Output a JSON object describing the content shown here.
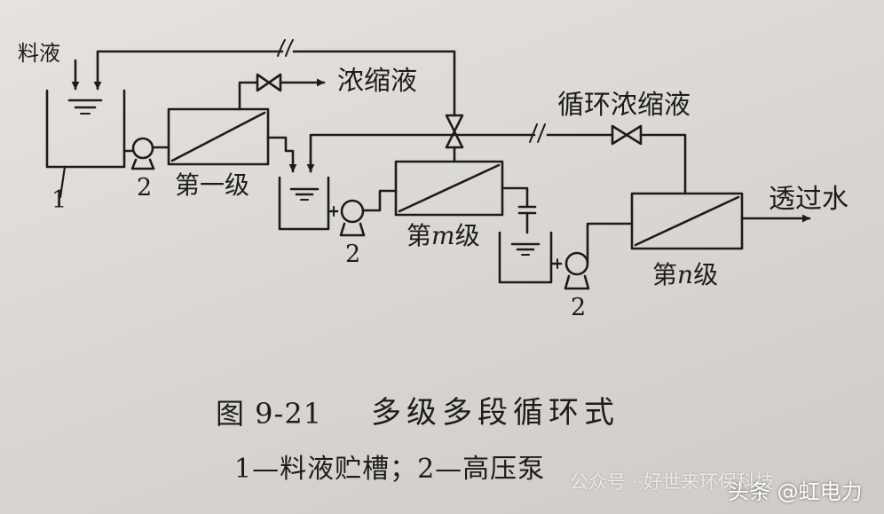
{
  "labels": {
    "feed": "料液",
    "concentrate": "浓缩液",
    "recycle_concentrate": "循环浓缩液",
    "permeate": "透过水",
    "stage_first": "第一级",
    "stage_m_prefix": "第",
    "stage_m_var": "m",
    "stage_m_suffix": "级",
    "stage_n_prefix": "第",
    "stage_n_var": "n",
    "stage_n_suffix": "级",
    "tank_number": "1",
    "pump_number_1": "2",
    "pump_number_2": "2",
    "pump_number_3": "2"
  },
  "caption": {
    "figure_number": "图 9-21",
    "title": "多级多段循环式",
    "legend": "1—料液贮槽；2—高压泵"
  },
  "watermark": {
    "channel": "公众号 · 好世来环保科技",
    "platform": "头条 @虹电力"
  },
  "colors": {
    "paper": "#dddad6",
    "ink": "#1c1c1c",
    "watermark": "#ffffff"
  }
}
